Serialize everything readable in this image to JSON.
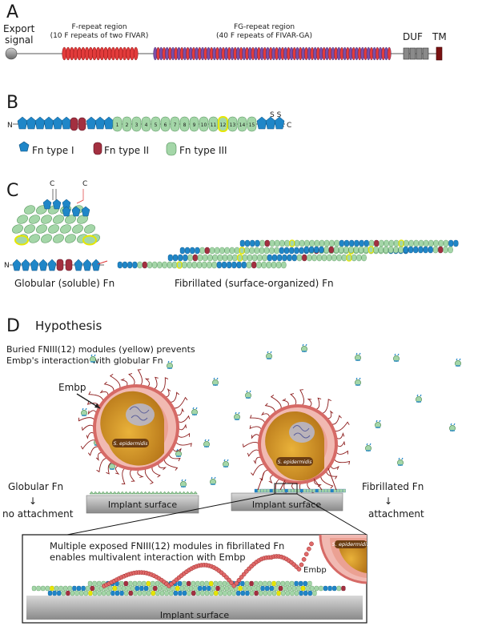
{
  "panelA": {
    "letter": "A",
    "export_line1": "Export",
    "export_line2": "signal",
    "f_line1": "F-repeat region",
    "f_line2": "(10 F repeats of two FIVAR)",
    "fg_line1": "FG-repeat region",
    "fg_line2": "(40 F repeats of FIVAR-GA)",
    "duf": "DUF",
    "tm": "TM",
    "f_repeat_count": 10,
    "fg_repeat_count": 40,
    "colors": {
      "f_repeat": "#e23b3b",
      "fg_repeat": "#7a4ea8",
      "tm": "#7a1212",
      "duf": "#8a8a8a"
    }
  },
  "panelB": {
    "letter": "B",
    "n_term": "N",
    "c_term": "C",
    "ss": "S S",
    "fn3_numbers": [
      "1",
      "2",
      "3",
      "4",
      "5",
      "6",
      "7",
      "8",
      "9",
      "10",
      "11",
      "12",
      "13",
      "14",
      "15"
    ],
    "legend": [
      {
        "label": "Fn type I",
        "icon": "pentagon-icon"
      },
      {
        "label": "Fn type II",
        "icon": "red-module-icon"
      },
      {
        "label": "Fn type III",
        "icon": "green-module-icon"
      }
    ],
    "colors": {
      "type1": "#1f86c8",
      "type2": "#a33040",
      "type3": "#a4d6a8",
      "highlight": "#e6e600"
    }
  },
  "panelC": {
    "letter": "C",
    "globular_label": "Globular (soluble) Fn",
    "fibrillated_label": "Fibrillated (surface-organized) Fn",
    "n_label": "N",
    "c_label": "C"
  },
  "panelD": {
    "letter": "D",
    "title": "Hypothesis",
    "note_line1": "Buried FNIII(12) modules (yellow) prevents",
    "note_line2": "Embp's interaction with globular Fn",
    "embp": "Embp",
    "bacterium": "S. epidermidis",
    "surface": "Implant surface",
    "left_label": "Globular Fn",
    "left_outcome": "no attachment",
    "right_label": "Fibrillated Fn",
    "right_outcome": "attachment",
    "inset_line1": "Multiple exposed FNIII(12) modules in fibrillated Fn",
    "inset_line2": "enables multivalent interaction with Embp",
    "arrow": "↓"
  }
}
